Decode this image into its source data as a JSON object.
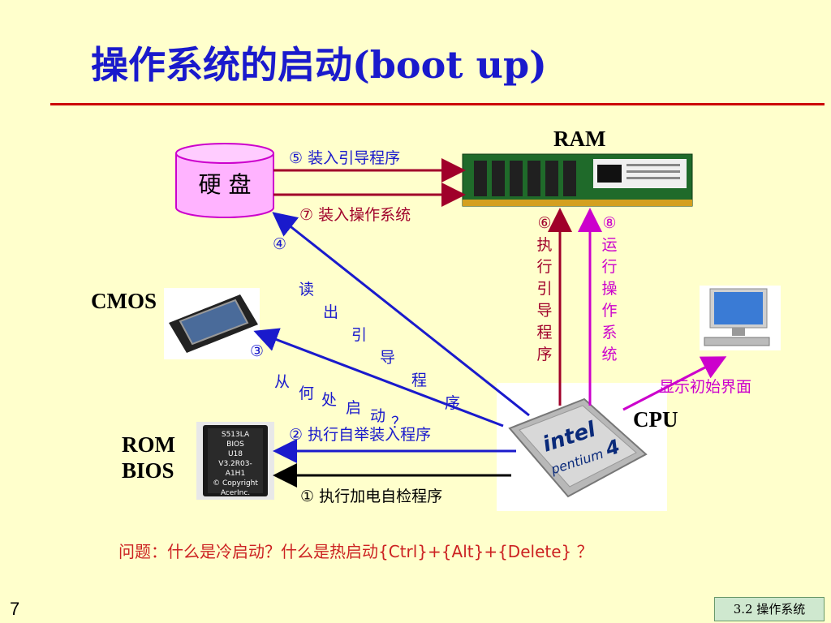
{
  "title": "操作系统的启动(boot up)",
  "components": {
    "disk": "硬 盘",
    "ram": "RAM",
    "cmos": "CMOS",
    "rom_bios_line1": "ROM",
    "rom_bios_line2": "BIOS",
    "cpu": "CPU",
    "bios_chip_text": [
      "S513LA",
      "BIOS",
      "U18",
      "V3.2R03-A1H1",
      "© Copyright",
      "AcerInc."
    ],
    "cpu_brand": "intel",
    "cpu_model": "pentium",
    "cpu_version": "4"
  },
  "steps": {
    "s1": "① 执行加电自检程序",
    "s2": "② 执行自举装入程序",
    "s3_num": "③",
    "s3_chars": [
      "从",
      "何",
      "处",
      "启",
      "动",
      "？"
    ],
    "s4_num": "④",
    "s4_chars": [
      "读",
      "出",
      "引",
      "导",
      "程",
      "序"
    ],
    "s5": "⑤ 装入引导程序",
    "s6_chars": [
      "⑥",
      "执",
      "行",
      "引",
      "导",
      "程",
      "序"
    ],
    "s7": "⑦ 装入操作系统",
    "s8_chars": [
      "⑧",
      "运",
      "行",
      "操",
      "作",
      "系",
      "统"
    ],
    "display": "显示初始界面"
  },
  "question": "问题：什么是冷启动？什么是热启动{Ctrl}+{Alt}+{Delete} ？",
  "page_number": "7",
  "section": "3.2  操作系统",
  "colors": {
    "title": "#1a1acc",
    "rule": "#cc0000",
    "blue": "#1a1acc",
    "red": "#a0002a",
    "magenta": "#cc00cc"
  }
}
